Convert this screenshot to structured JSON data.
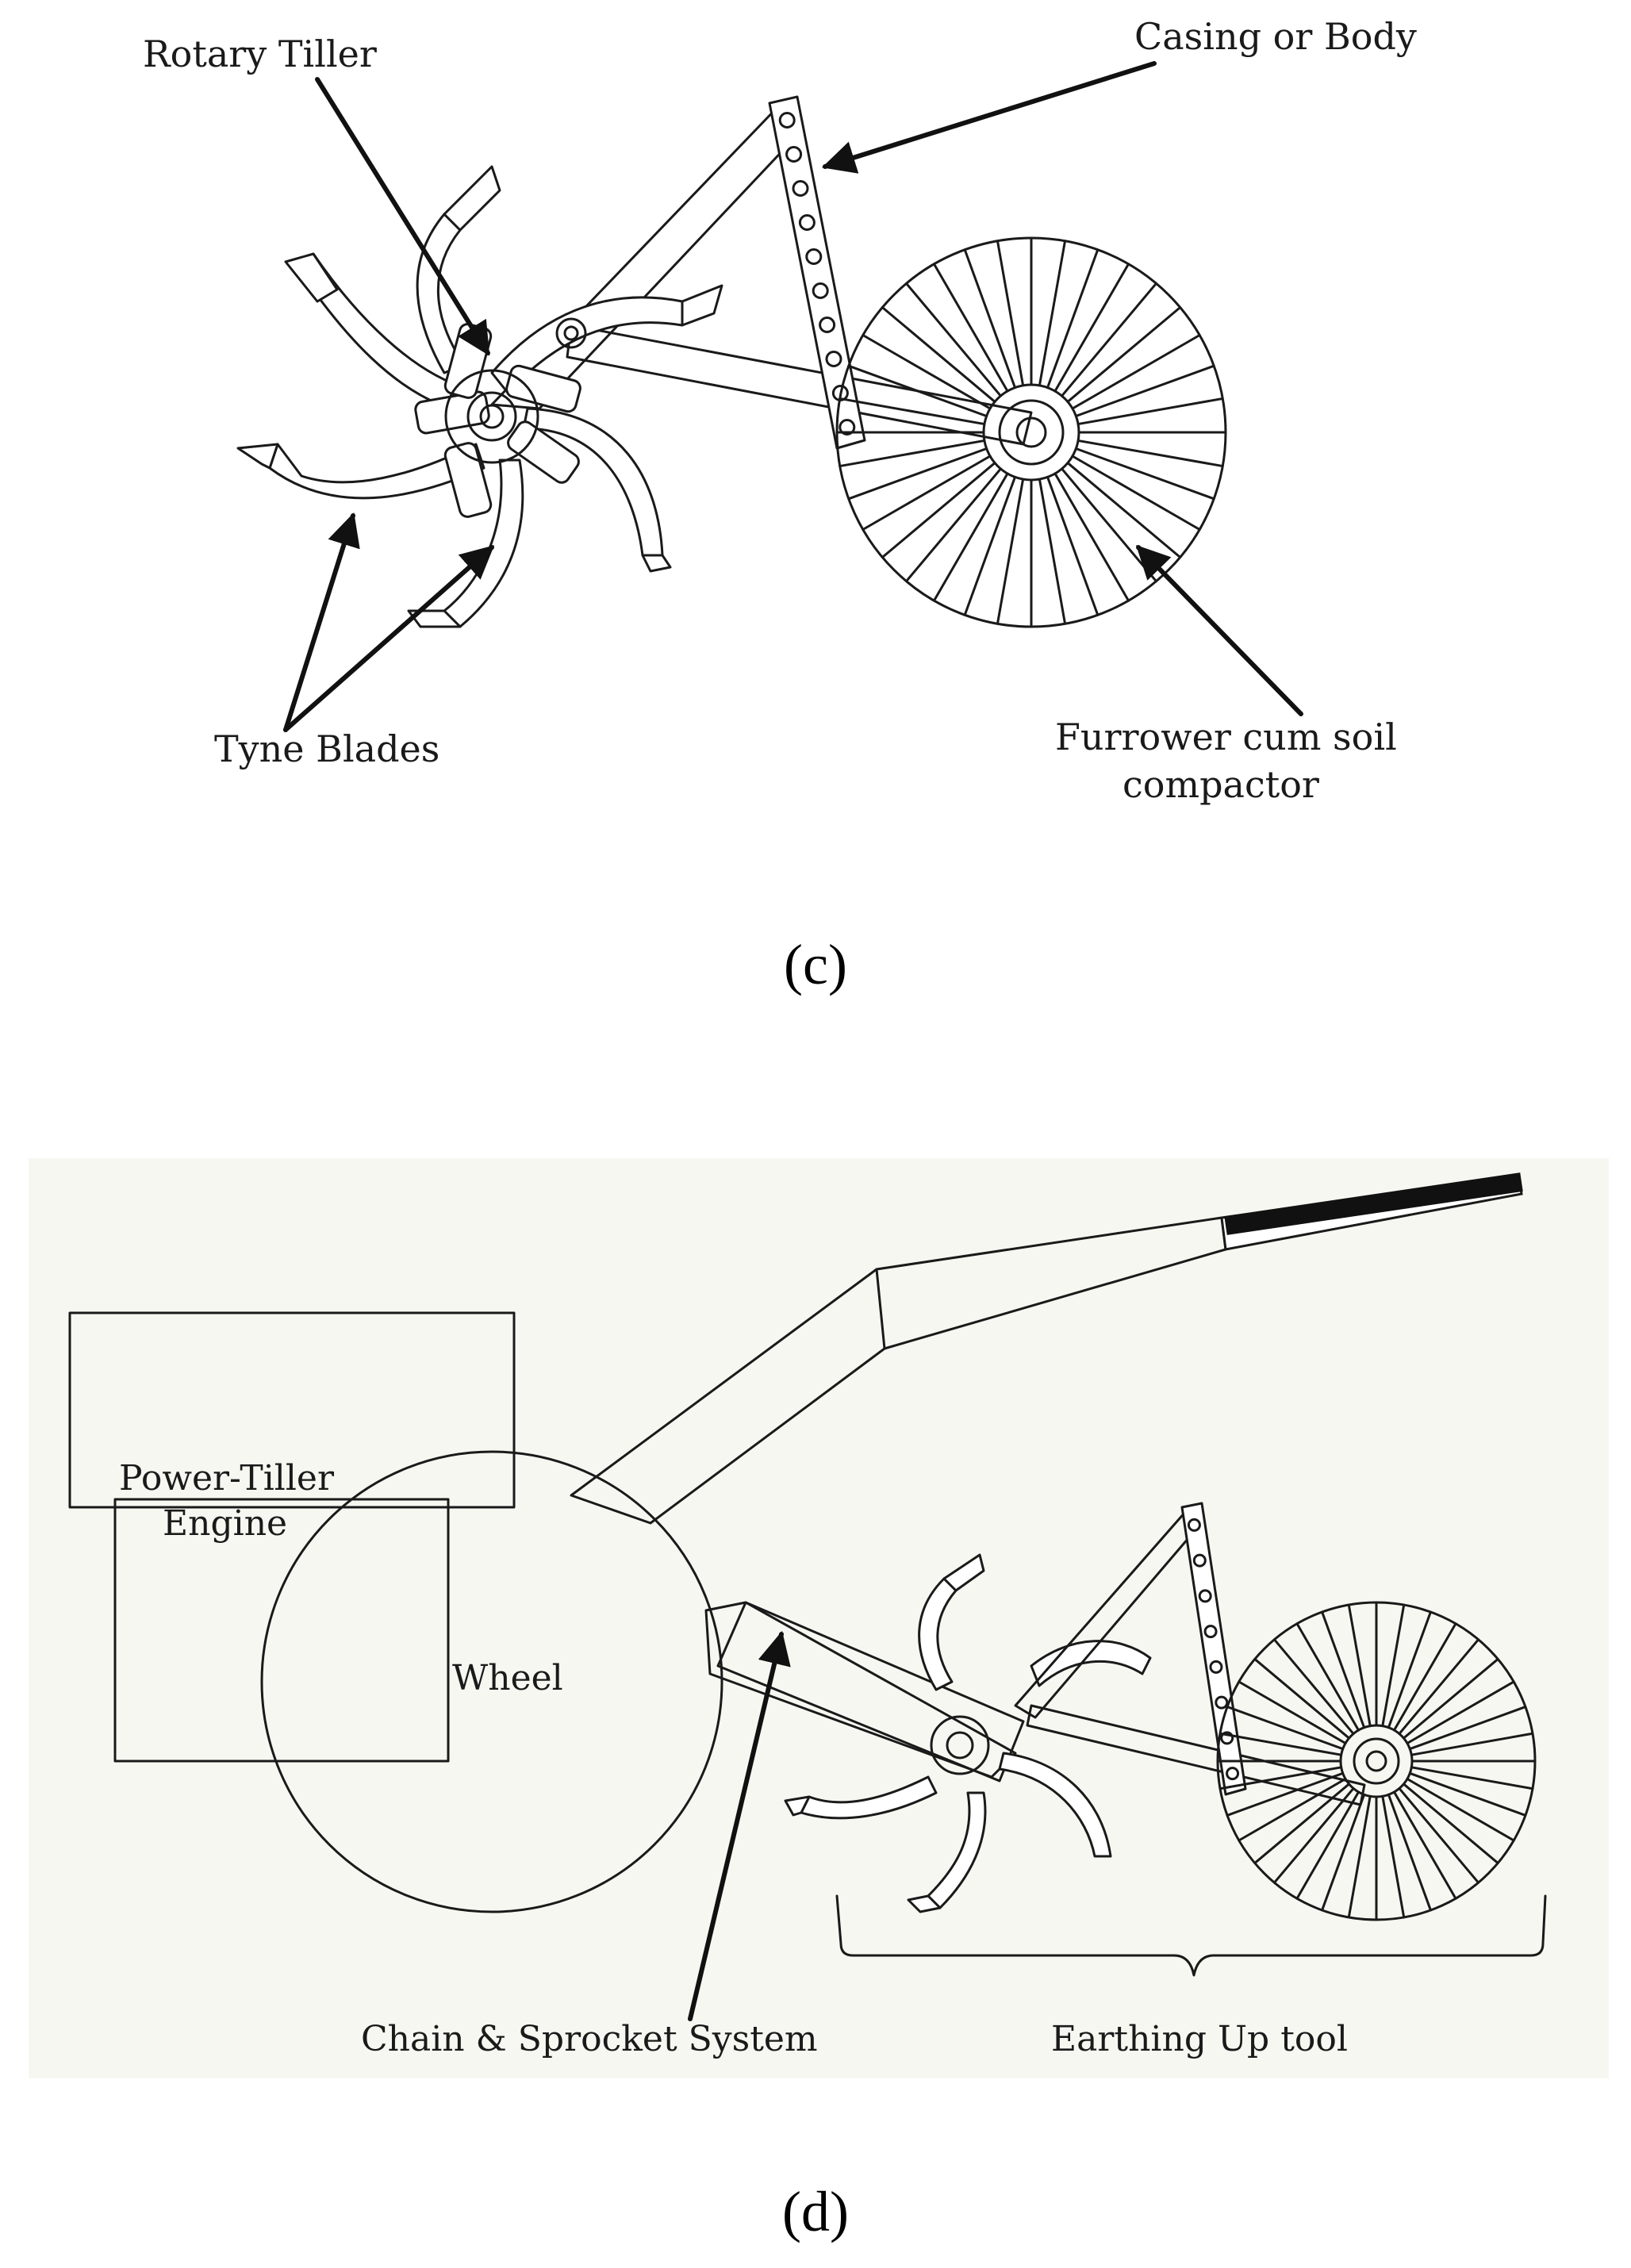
{
  "panel_c": {
    "caption": "(c)",
    "labels": {
      "rotary_tiller": "Rotary Tiller",
      "casing_or_body": "Casing or Body",
      "tyne_blades": "Tyne Blades",
      "furrower_line1": "Furrower cum soil",
      "furrower_line2": "compactor"
    }
  },
  "panel_d": {
    "caption": "(d)",
    "background": "#f7f7f2",
    "labels": {
      "engine_line1": "Power-Tiller",
      "engine_line2": "Engine",
      "wheel": "Wheel",
      "chain_sprocket": "Chain & Sprocket  System",
      "earthing_up_tool": "Earthing Up tool"
    }
  }
}
